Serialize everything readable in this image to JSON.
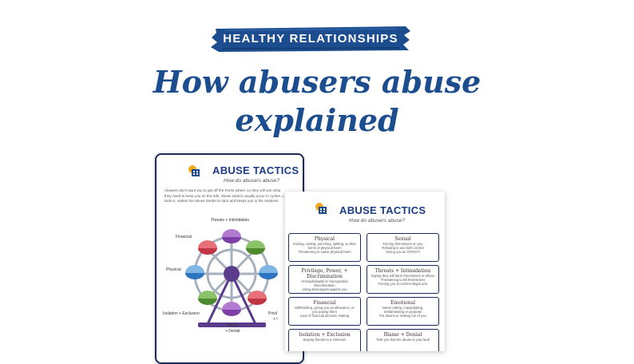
{
  "header": {
    "banner": "HEALTHY RELATIONSHIPS",
    "title_line1": "How abusers abuse",
    "title_line2": "explained"
  },
  "colors": {
    "banner": "#1c4d8f",
    "title": "#1c4d8f",
    "accent_dark": "#1b2c5a"
  },
  "sheet1": {
    "title": "ABUSE TACTICS",
    "subtitle": "How do abusers abuse?",
    "body": [
      "Abusers don't want you to get off the Ferris wheel, so they will use what",
      "they need to keep you on the ride. Abuse tactics usually occur in cycles. L",
      "tactics, makes the abuse harder to spot and keeps you in the relations"
    ],
    "wheel_labels": {
      "top": "Threats + Intimidation",
      "upper_left": "Financial",
      "left": "Physical",
      "lower_left": "Isolation + Exclusion",
      "bottom_line1": "Blame",
      "bottom_line2": "+ Denial",
      "right_fragment": "Privil",
      "right_fragment2": "+ I"
    }
  },
  "sheet2": {
    "title": "ABUSE TACTICS",
    "subtitle": "How do abusers abuse?",
    "boxes": [
      {
        "title": "Physical",
        "lines": [
          "Kicking, cutting, punching, spitting, & other",
          "forms of physical harm",
          "Threatening to cause physical harm"
        ]
      },
      {
        "title": "Sexual",
        "lines": [
          "Forcing themselves on you",
          "Refusing to use birth control",
          "Giving you an STD/STI"
        ]
      },
      {
        "title": "Privilege, Power, + Discrimination",
        "lines": [
          "Homophobia/Bi or Homophobia",
          "Discrimination",
          "Using stereotypes against you"
        ]
      },
      {
        "title": "Threats + Intimidation",
        "lines": [
          "Saying they will harm themselves or others",
          "Threatening to kill themselves",
          "Forcing you to commit illegal acts"
        ]
      },
      {
        "title": "Financial",
        "lines": [
          "Withholding, giving you an allowance, or",
          "you paying them",
          "Lack of financial decision making"
        ]
      },
      {
        "title": "Emotional",
        "lines": [
          "Name calling, manipulating,",
          "embarrassing on purpose",
          "Put downs or making fun of you"
        ]
      },
      {
        "title": "Isolation + Exclusion",
        "lines": [
          "Staying friends to a minimum"
        ]
      },
      {
        "title": "Blame + Denial",
        "lines": [
          "Tells you that the abuse is your fault"
        ]
      }
    ]
  }
}
